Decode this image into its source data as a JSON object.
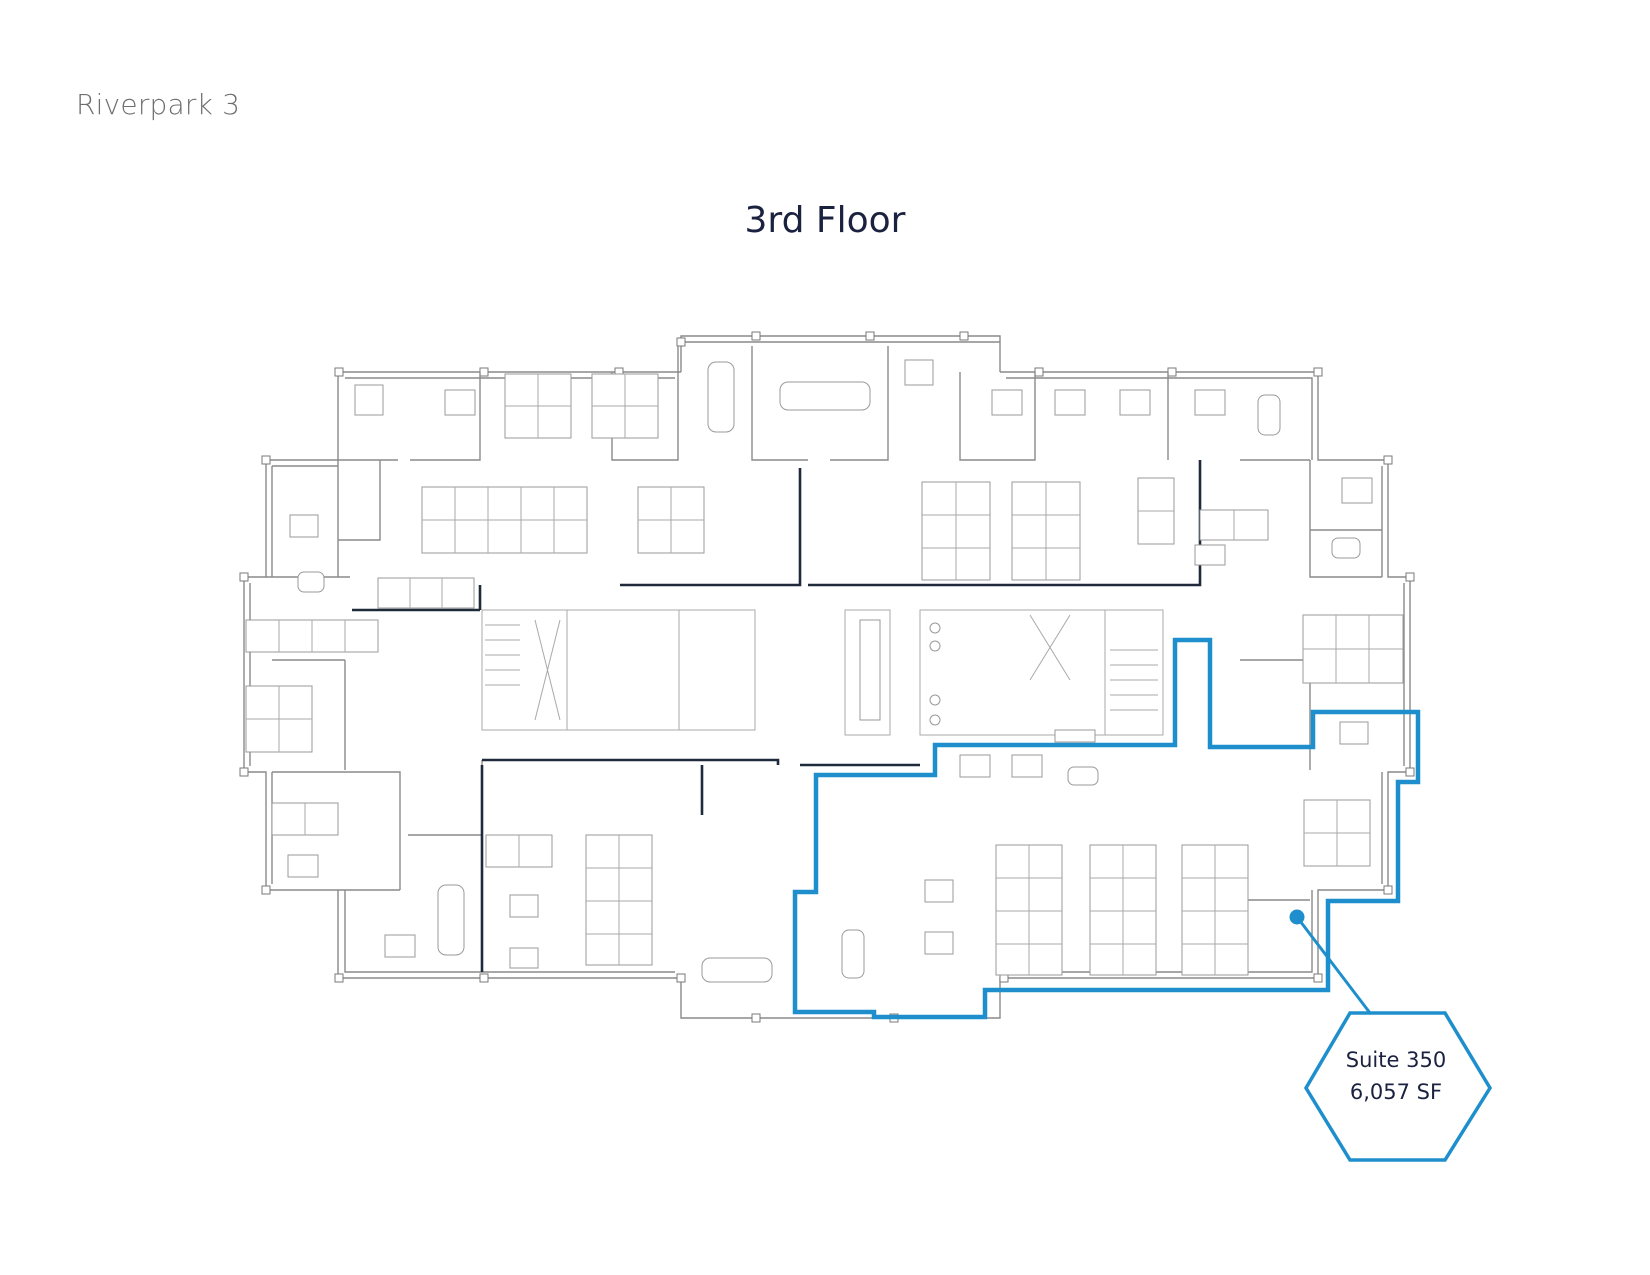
{
  "header": {
    "building_name": "Riverpark 3",
    "floor_title": "3rd Floor"
  },
  "suite_callout": {
    "suite_label": "Suite 350",
    "area_label": "6,057 SF",
    "highlight_color": "#1e8fcc"
  }
}
